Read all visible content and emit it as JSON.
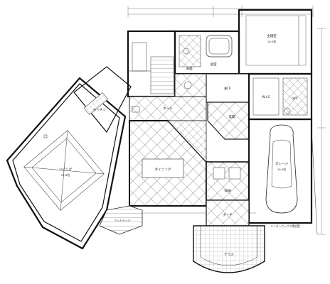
{
  "rooms": {
    "living": {
      "name": "リビング",
      "size": "22.8帖"
    },
    "kitchen": {
      "name": "キッチン"
    },
    "dining": {
      "name": "ダイニング"
    },
    "garage": {
      "name": "ガレージ",
      "size": "16.0帖"
    },
    "bedroom": {
      "name": "主寝室",
      "size": "10.5帖"
    },
    "entrance": {
      "name": "玄関"
    },
    "hall": {
      "name": "ホール"
    },
    "bath": {
      "name": "浴室"
    },
    "wash": {
      "name": "洗面"
    },
    "toilet": {
      "name": "WC"
    },
    "storage": {
      "name": "収納"
    },
    "closet": {
      "name": "W.I.C"
    },
    "hall2": {
      "name": "廊下"
    },
    "deck": {
      "name": "ウッドデッキ"
    },
    "porch": {
      "name": "ポーチ"
    },
    "terrace": {
      "name": "テラス"
    }
  },
  "notes": {
    "footer": "メーターボックス等設置"
  }
}
